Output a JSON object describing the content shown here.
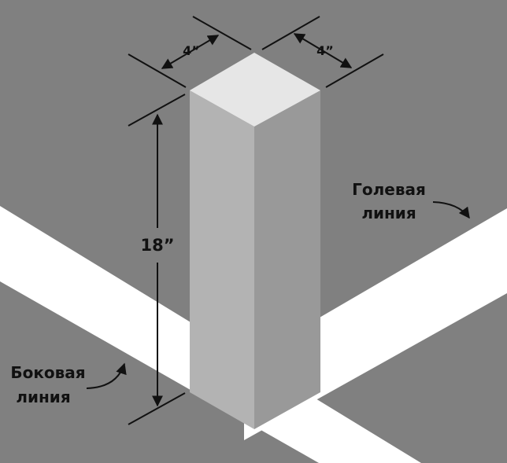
{
  "diagram": {
    "dimensions": {
      "width_a": "4”",
      "width_b": "4”",
      "height": "18”"
    },
    "labels": {
      "goal_line_1": "Голевая",
      "goal_line_2": "линия",
      "side_line_1": "Боковая",
      "side_line_2": "линия"
    },
    "colors": {
      "background": "#808080",
      "lines": "#FFFFFF",
      "top_face": "#E6E6E6",
      "left_face": "#B3B3B3",
      "right_face": "#999999",
      "ink": "#111111"
    }
  }
}
